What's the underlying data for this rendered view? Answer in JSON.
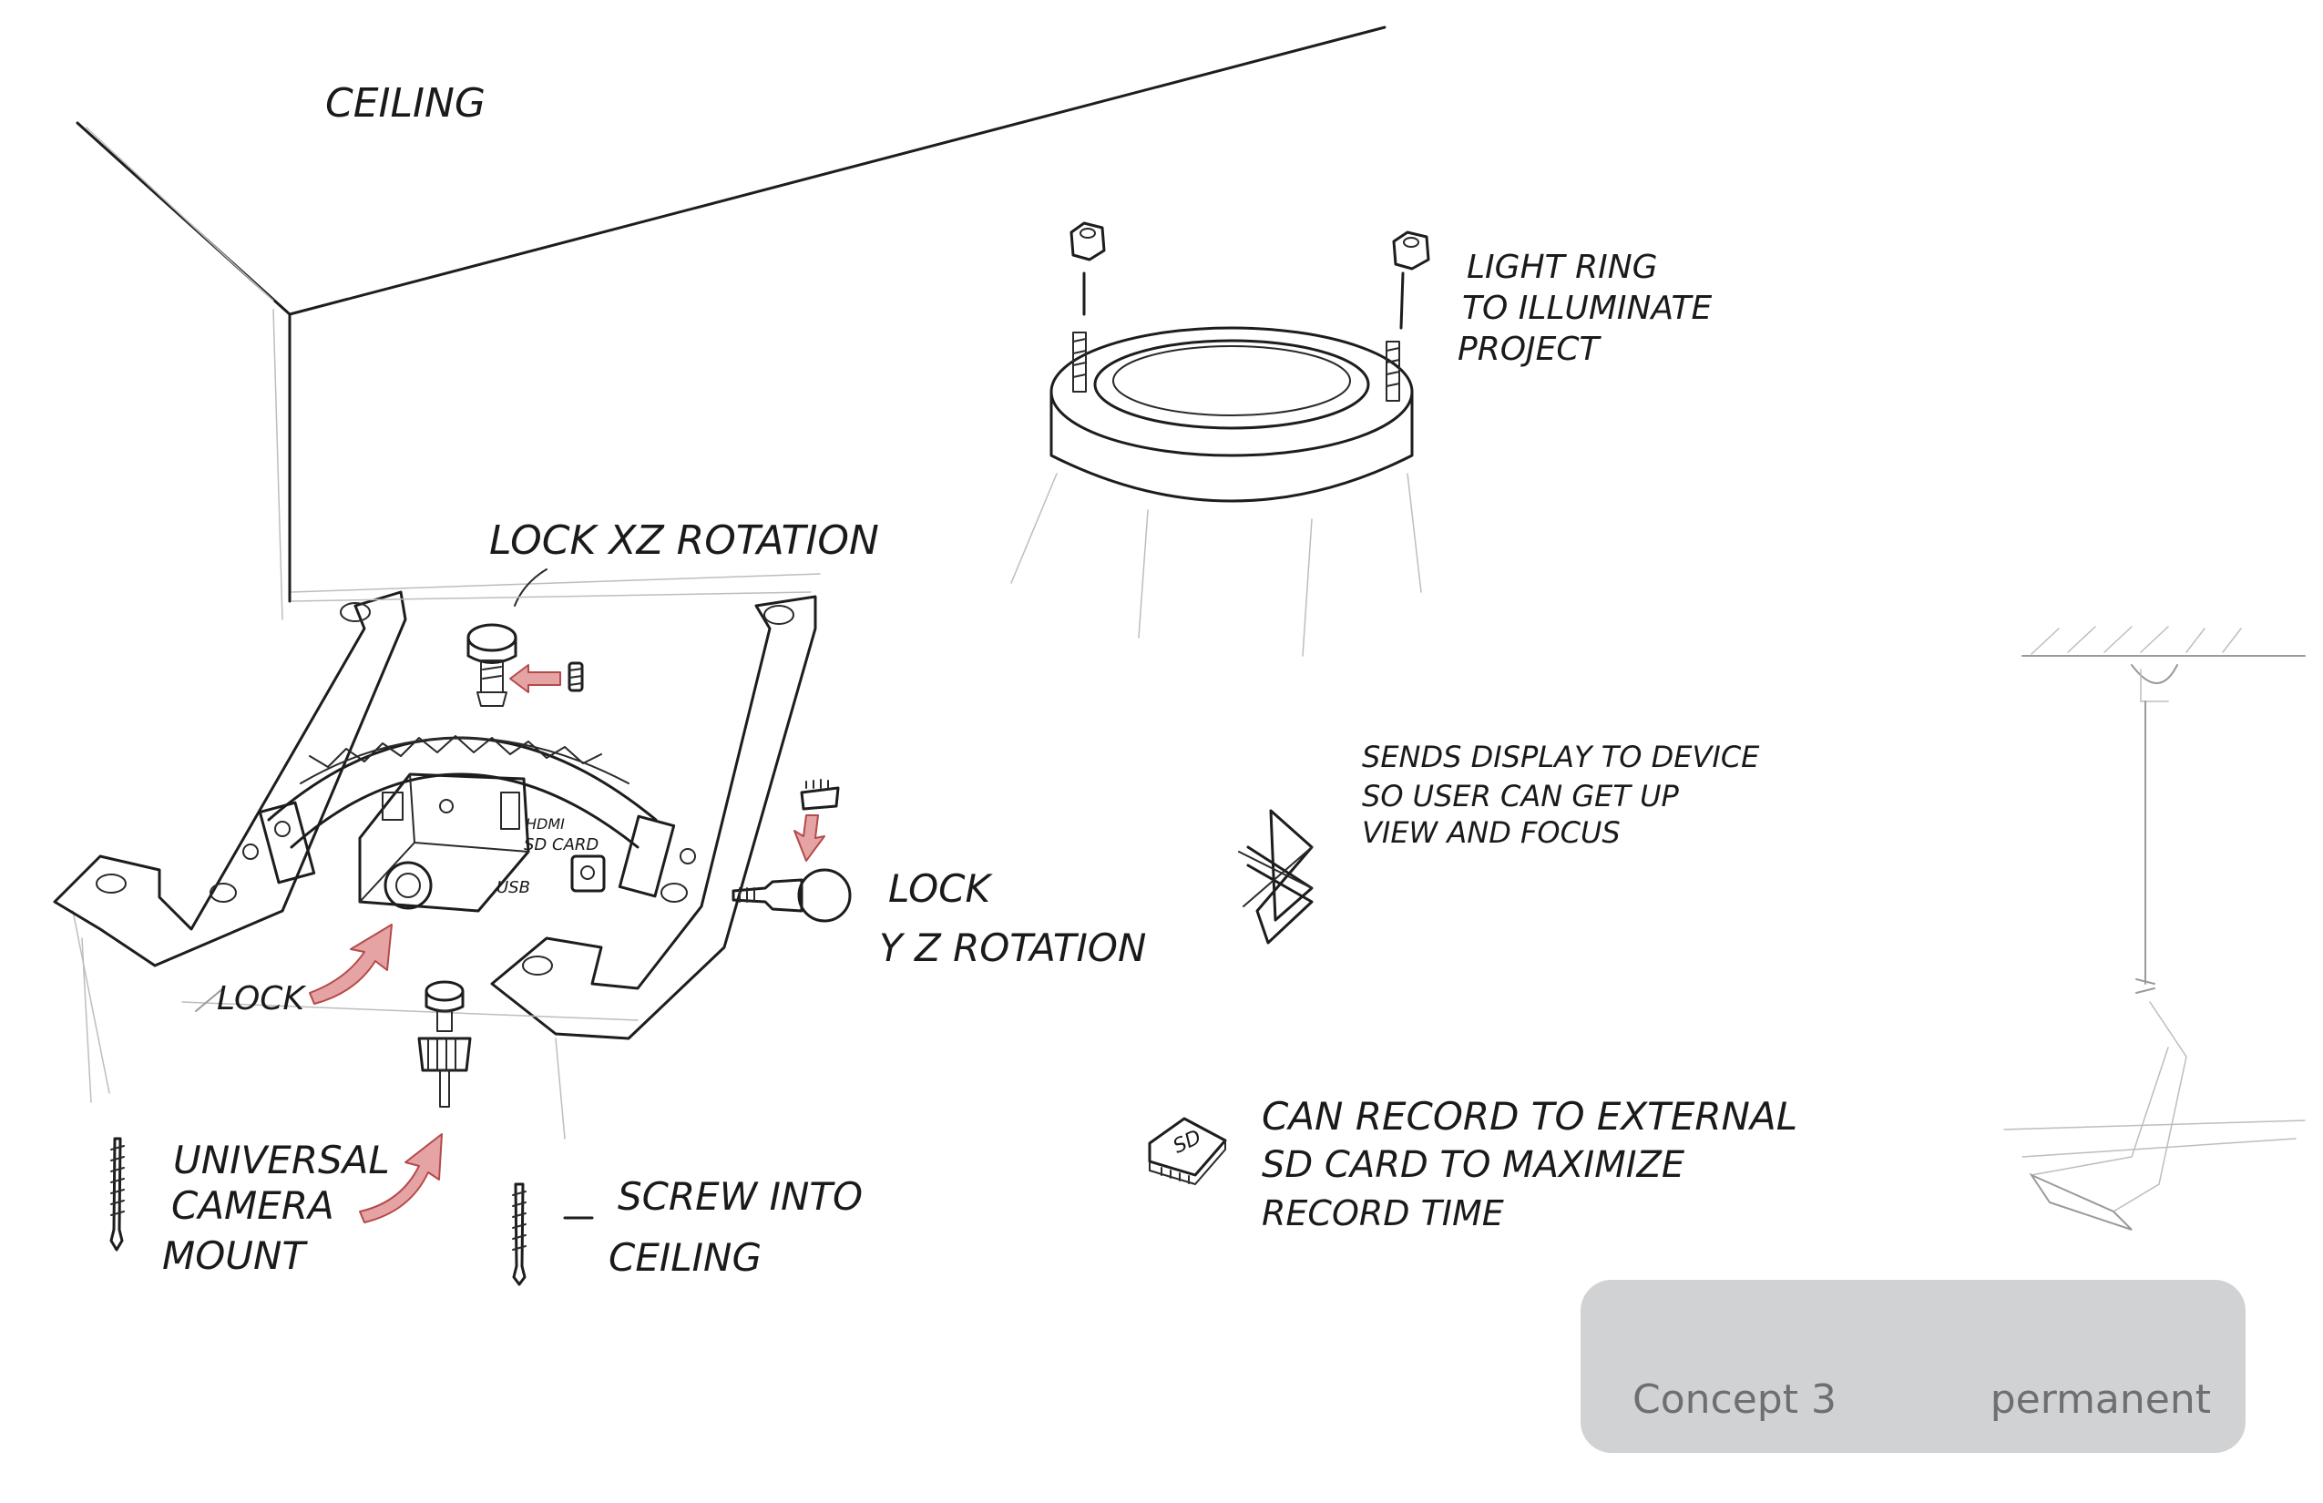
{
  "labels": {
    "ceiling": "CEILING",
    "lock_xz": "LOCK  XZ ROTATION",
    "light_ring_1": "LIGHT RING",
    "light_ring_2": "TO ILLUMINATE",
    "light_ring_3": "PROJECT",
    "sends_1": "SENDS  DISPLAY  TO  DEVICE",
    "sends_2": "SO  USER  CAN  GET  UP",
    "sends_3": "VIEW    AND  FOCUS",
    "lock_yz_1": "LOCK",
    "lock_yz_2": "Y Z  ROTATION",
    "lock": "LOCK",
    "hdmi": "HDMI",
    "sd_card_small": "SD CARD",
    "usb": "USB",
    "universal_1": "UNIVERSAL",
    "universal_2": "CAMERA",
    "universal_3": "MOUNT",
    "screw_1": "SCREW   INTO",
    "screw_2": "CEILING",
    "can_record_1": "CAN   RECORD  TO   EXTERNAL",
    "can_record_2": "SD  CARD    TO   MAXIMIZE",
    "can_record_3": "RECORD  TIME",
    "sd_icon_text": "SD"
  },
  "caption": {
    "left": "Concept 3",
    "right": "permanent"
  },
  "colors": {
    "ink": "#1d1d1d",
    "arrow_fill": "#e5a3a3",
    "caption_bg": "#d1d2d4",
    "caption_text": "#6e6f72"
  },
  "icons": [
    "bluetooth-icon",
    "sd-card-icon",
    "screw-icon",
    "thumbscrew-icon",
    "arrow-icon"
  ]
}
